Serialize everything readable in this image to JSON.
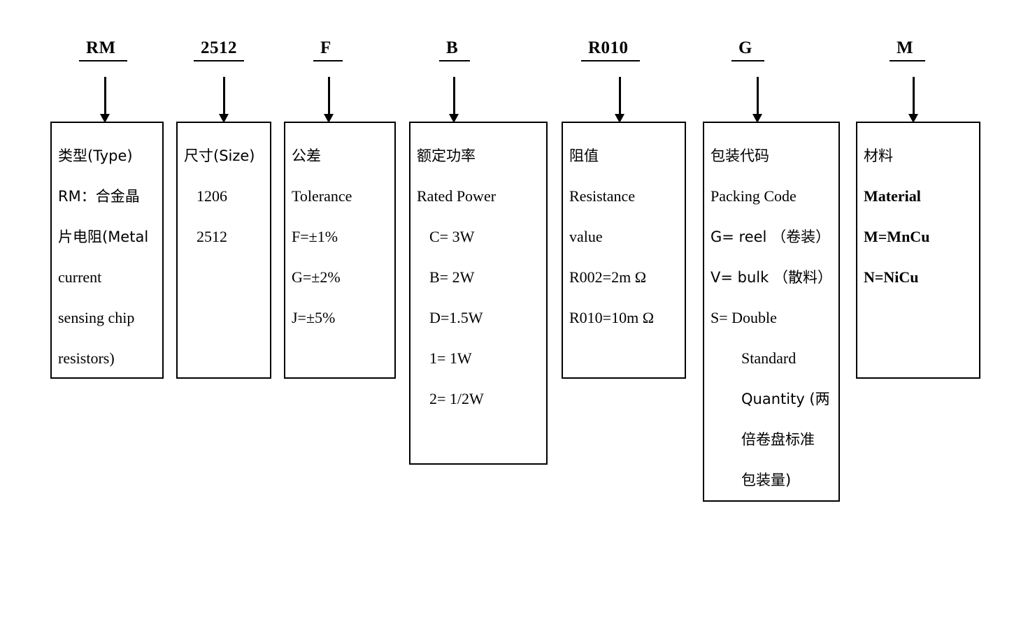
{
  "diagram": {
    "title": "RM series metal current sensing chip resistor part number decoder",
    "colors": {
      "ink": "#000000",
      "background": "#ffffff"
    },
    "part_number_segments": [
      {
        "code": "RM",
        "underline_label": "RM "
      },
      {
        "code": "2512",
        "underline_label": "2512"
      },
      {
        "code": "F",
        "underline_label": "F "
      },
      {
        "code": "B",
        "underline_label": "B "
      },
      {
        "code": "R010",
        "underline_label": "R010 "
      },
      {
        "code": "G",
        "underline_label": "G "
      },
      {
        "code": "M",
        "underline_label": "M "
      }
    ],
    "boxes": [
      {
        "id": "type",
        "heading_cn": "类型(Type)",
        "lines": [
          {
            "text": "类型(Type)",
            "indent": 0,
            "script": "cjk"
          },
          {
            "text": "RM：合金晶",
            "indent": 0,
            "script": "cjk"
          },
          {
            "text": "片电阻(Metal",
            "indent": 0,
            "script": "cjk"
          },
          {
            "text": "current",
            "indent": 0,
            "script": "latin"
          },
          {
            "text": "sensing chip",
            "indent": 0,
            "script": "latin"
          },
          {
            "text": "resistors)",
            "indent": 0,
            "script": "latin"
          }
        ]
      },
      {
        "id": "size",
        "heading_cn": "尺寸(Size)",
        "lines": [
          {
            "text": "尺寸(Size)",
            "indent": 0,
            "script": "cjk"
          },
          {
            "text": "1206",
            "indent": 1,
            "script": "latin"
          },
          {
            "text": "2512",
            "indent": 1,
            "script": "latin"
          }
        ]
      },
      {
        "id": "tolerance",
        "heading_cn": "公差",
        "lines": [
          {
            "text": "公差",
            "indent": 0,
            "script": "cjk"
          },
          {
            "text": "Tolerance",
            "indent": 0,
            "script": "latin"
          },
          {
            "text": "F=±1%",
            "indent": 0,
            "script": "latin"
          },
          {
            "text": "G=±2%",
            "indent": 0,
            "script": "latin"
          },
          {
            "text": "J=±5%",
            "indent": 0,
            "script": "latin"
          }
        ]
      },
      {
        "id": "rated-power",
        "heading_cn": "额定功率",
        "lines": [
          {
            "text": "额定功率",
            "indent": 0,
            "script": "cjk"
          },
          {
            "text": "Rated Power",
            "indent": 0,
            "script": "latin"
          },
          {
            "text": "C= 3W",
            "indent": 1,
            "script": "latin"
          },
          {
            "text": "B= 2W",
            "indent": 1,
            "script": "latin"
          },
          {
            "text": "D=1.5W",
            "indent": 1,
            "script": "latin"
          },
          {
            "text": "1= 1W",
            "indent": 1,
            "script": "latin"
          },
          {
            "text": "2= 1/2W",
            "indent": 1,
            "script": "latin"
          }
        ]
      },
      {
        "id": "resistance-value",
        "heading_cn": "阻值",
        "lines": [
          {
            "text": "阻值",
            "indent": 0,
            "script": "cjk"
          },
          {
            "text": "Resistance",
            "indent": 0,
            "script": "latin"
          },
          {
            "text": "value",
            "indent": 0,
            "script": "latin"
          },
          {
            "text": "R002=2m Ω",
            "indent": 0,
            "script": "latin"
          },
          {
            "text": "R010=10m Ω",
            "indent": 0,
            "script": "latin"
          }
        ]
      },
      {
        "id": "packing-code",
        "heading_cn": "包装代码",
        "lines": [
          {
            "text": "包装代码",
            "indent": 0,
            "script": "cjk"
          },
          {
            "text": "Packing Code",
            "indent": 0,
            "script": "latin"
          },
          {
            "text": "G= reel （卷装）",
            "indent": 0,
            "script": "cjk"
          },
          {
            "text": "V= bulk （散料）",
            "indent": 0,
            "script": "cjk"
          },
          {
            "text": "S= Double",
            "indent": 0,
            "script": "latin"
          },
          {
            "text": "Standard",
            "indent": 2,
            "script": "latin"
          },
          {
            "text": "Quantity (两",
            "indent": 2,
            "script": "cjk"
          },
          {
            "text": "倍卷盘标准",
            "indent": 2,
            "script": "cjk"
          },
          {
            "text": "包装量)",
            "indent": 2,
            "script": "cjk"
          }
        ]
      },
      {
        "id": "material",
        "heading_cn": "材料",
        "lines": [
          {
            "text": "材料",
            "indent": 0,
            "script": "cjk"
          },
          {
            "text": "Material",
            "indent": 0,
            "script": "latin",
            "bold": true
          },
          {
            "text": "M=MnCu",
            "indent": 0,
            "script": "latin",
            "bold": true
          },
          {
            "text": "N=NiCu",
            "indent": 0,
            "script": "latin",
            "bold": true
          }
        ]
      }
    ]
  }
}
